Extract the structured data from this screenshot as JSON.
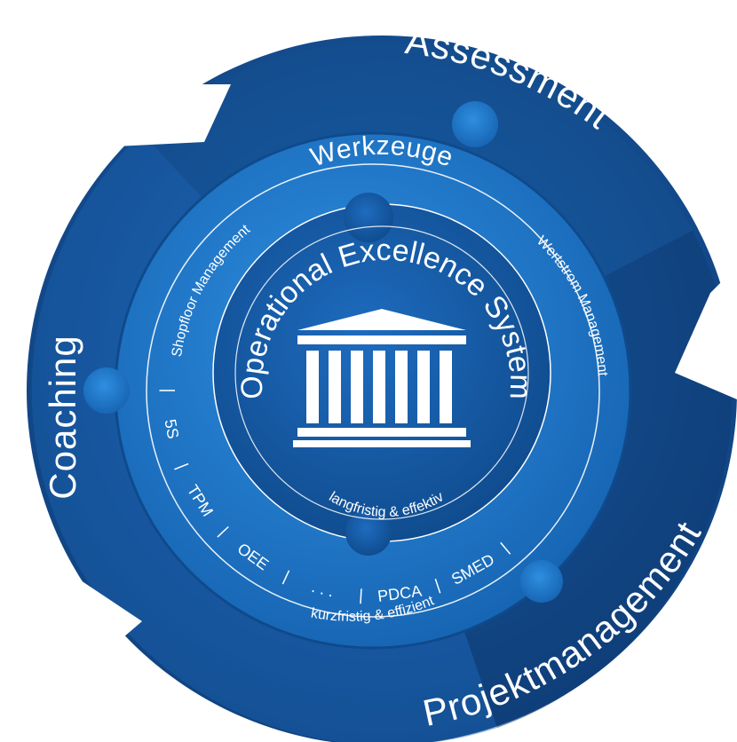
{
  "outer_ring": {
    "assessment": "Assessment",
    "coaching": "Coaching",
    "projektmanagement": "Projektmanagement"
  },
  "middle_ring": {
    "title": "Werkzeuge",
    "left_label": "Shopfloor Management",
    "right_label": "Wertstrom Management",
    "bottom_label": "kurzfristig & effizient",
    "tools": [
      "5S",
      "TPM",
      "OEE",
      ". . .",
      "PDCA",
      "SMED"
    ],
    "separator": "|"
  },
  "core": {
    "title": "Operational Excellence System",
    "subtitle": "langfristig & effektiv"
  },
  "colors": {
    "outer_dark": "#11427e",
    "outer_mid": "#15589f",
    "ring_blue": "#1a6fbd",
    "core_blue": "#14569d",
    "white": "#ffffff"
  }
}
